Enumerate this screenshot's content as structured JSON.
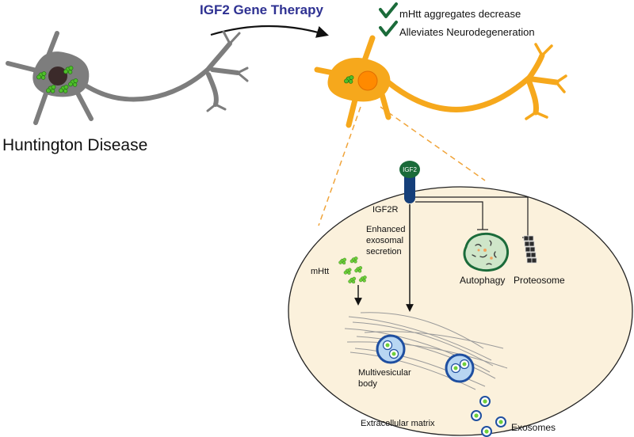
{
  "title": "IGF2 Gene Therapy",
  "benefits": [
    "mHtt aggregates decrease",
    "Alleviates Neurodegeneration"
  ],
  "disease_label": "Huntington Disease",
  "cell": {
    "igf2": "IGF2",
    "receptor": "IGF2R",
    "secretion": [
      "Enhanced",
      "exosomal",
      "secretion"
    ],
    "mhtt": "mHtt",
    "autophagy": "Autophagy",
    "proteosome": "Proteosome",
    "mvb": [
      "Multivesicular",
      "body"
    ],
    "ecm": "Extracellular matrix",
    "exosomes": "Exosomes"
  },
  "colors": {
    "title": "#2e3192",
    "check": "#1b6b3a",
    "diseased_neuron": "#7d7d7d",
    "healthy_neuron": "#f6a81c",
    "cell_fill": "#fbf1dc",
    "receptor": "#153f7a",
    "aggregate": "#6fcf3a",
    "vesicle": "#2f64b8"
  }
}
